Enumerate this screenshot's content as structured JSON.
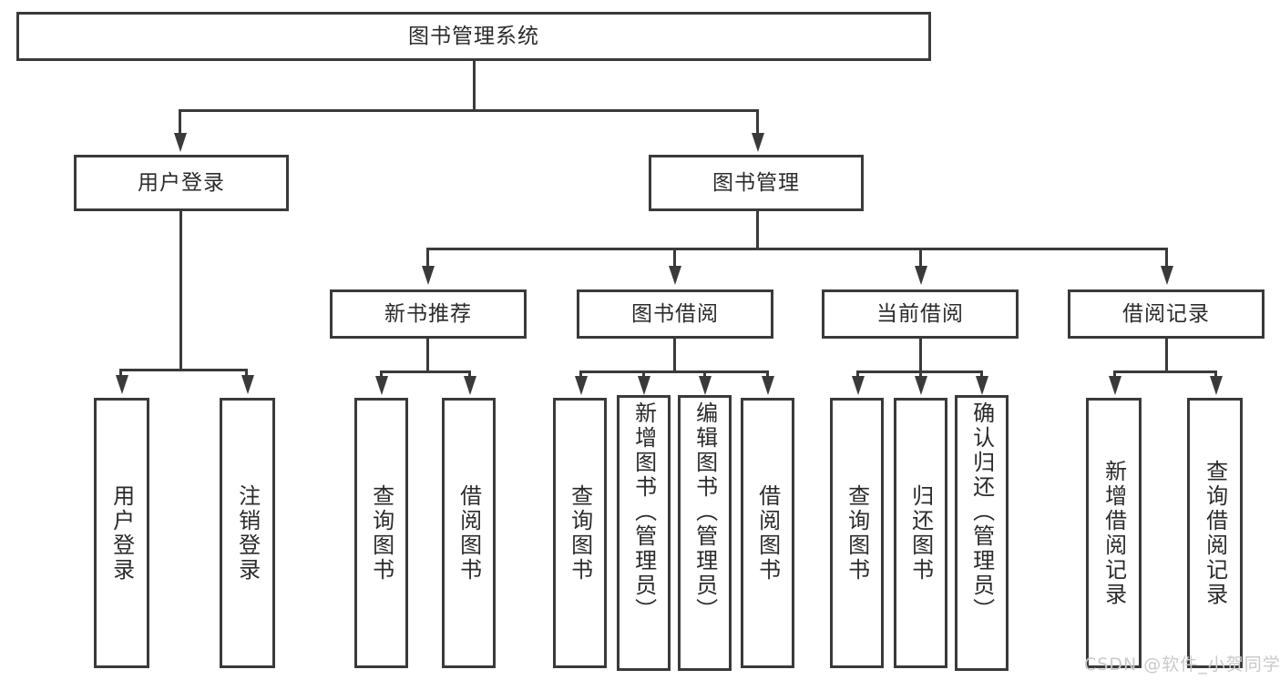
{
  "diagram": {
    "type": "tree",
    "title": "图书管理系统",
    "root": {
      "label": "图书管理系统"
    },
    "level1": [
      {
        "label": "用户登录"
      },
      {
        "label": "图书管理"
      }
    ],
    "level2": [
      {
        "label": "新书推荐",
        "parent": "图书管理"
      },
      {
        "label": "图书借阅",
        "parent": "图书管理"
      },
      {
        "label": "当前借阅",
        "parent": "图书管理"
      },
      {
        "label": "借阅记录",
        "parent": "图书管理"
      }
    ],
    "leaves": {
      "user_login": [
        {
          "label": "用户登录"
        },
        {
          "label": "注销登录"
        }
      ],
      "new_book_recommend": [
        {
          "label": "查询图书"
        },
        {
          "label": "借阅图书"
        }
      ],
      "book_borrow": [
        {
          "label": "查询图书"
        },
        {
          "label": "新增图书（管理员）"
        },
        {
          "label": "编辑图书（管理员）"
        },
        {
          "label": "借阅图书"
        }
      ],
      "current_borrow": [
        {
          "label": "查询图书"
        },
        {
          "label": "归还图书"
        },
        {
          "label": "确认归还（管理员）"
        }
      ],
      "borrow_record": [
        {
          "label": "新增借阅记录"
        },
        {
          "label": "查询借阅记录"
        }
      ]
    }
  },
  "watermark": {
    "text": "CSDN @软件_小贺同学"
  },
  "colors": {
    "stroke": "#3a3a3a",
    "text": "#2b2b2b",
    "background": "#ffffff",
    "watermark": "#c9c9c9"
  }
}
